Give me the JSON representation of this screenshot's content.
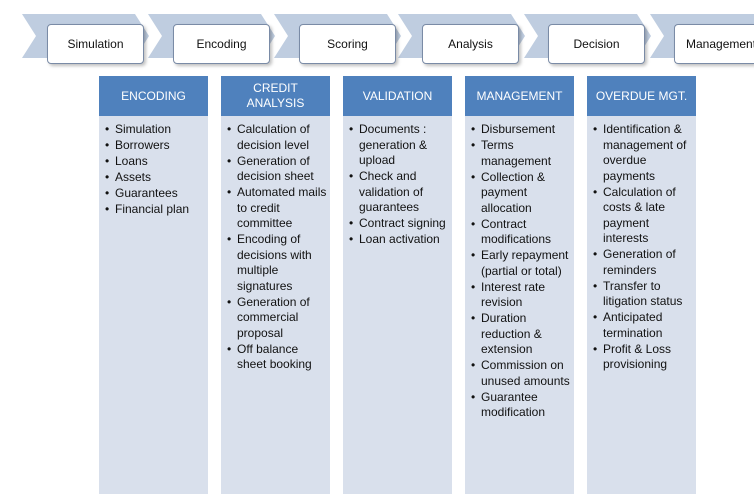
{
  "process": {
    "steps": [
      {
        "label": "Simulation"
      },
      {
        "label": "Encoding"
      },
      {
        "label": "Scoring"
      },
      {
        "label": "Analysis"
      },
      {
        "label": "Decision"
      },
      {
        "label": "Management"
      }
    ]
  },
  "columns": [
    {
      "header": "ENCODING",
      "items": [
        "Simulation",
        "Borrowers",
        "Loans",
        "Assets",
        "Guarantees",
        "Financial plan"
      ]
    },
    {
      "header": "CREDIT ANALYSIS",
      "items": [
        "Calculation of decision level",
        "Generation of decision sheet",
        "Automated mails to credit committee",
        "Encoding of decisions with multiple signatures",
        "Generation of commercial proposal",
        "Off balance sheet booking"
      ]
    },
    {
      "header": "VALIDATION",
      "items": [
        "Documents : generation & upload",
        "Check and validation of guarantees",
        "Contract signing",
        "Loan activation"
      ]
    },
    {
      "header": "MANAGEMENT",
      "items": [
        "Disbursement",
        "Terms management",
        "Collection & payment allocation",
        "Contract modifications",
        "Early repayment (partial or total)",
        "Interest rate revision",
        "Duration reduction & extension",
        "Commission on unused amounts",
        "Guarantee modification"
      ]
    },
    {
      "header": "OVERDUE MGT.",
      "items": [
        "Identification & management of overdue payments",
        "Calculation of costs & late payment interests",
        "Generation of reminders",
        "Transfer to litigation status",
        "Anticipated termination",
        "Profit & Loss provisioning"
      ]
    }
  ],
  "colors": {
    "chevron": "#bfcde0",
    "header": "#4f81bd",
    "column_body": "#d9e0ec",
    "box_border": "#7a8ba6"
  }
}
